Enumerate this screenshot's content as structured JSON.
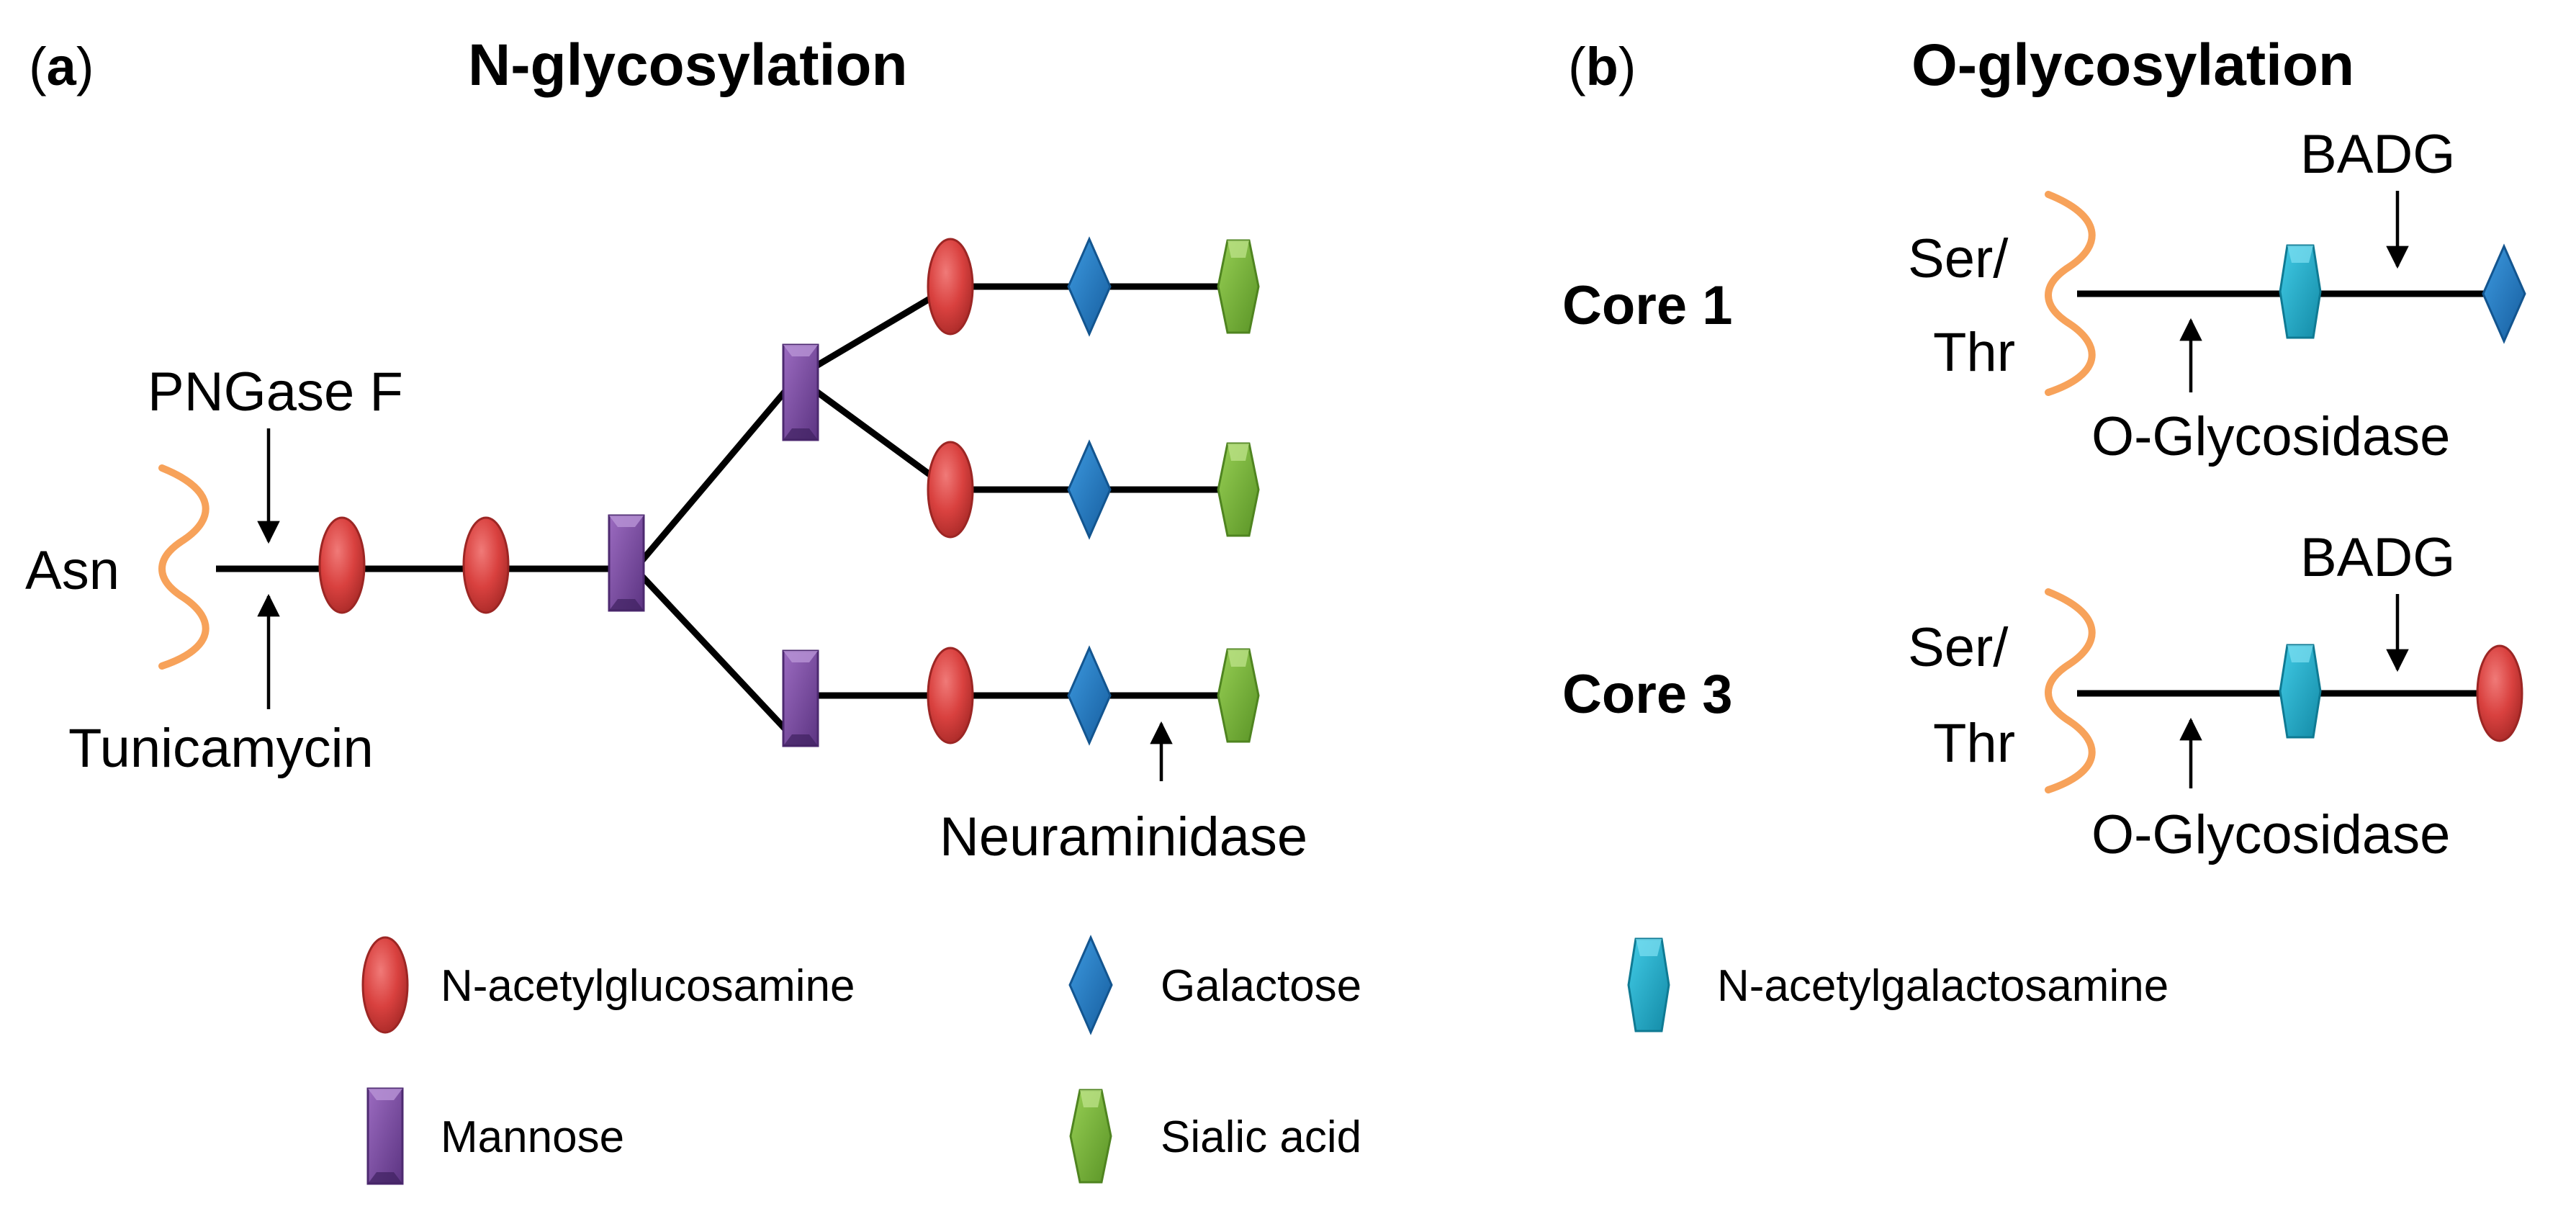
{
  "panel_a": {
    "label_open": "(",
    "label_letter": "a",
    "label_close": ")",
    "title": "N-glycosylation",
    "residue": "Asn",
    "enzyme_top": "PNGase F",
    "inhibitor_bottom": "Tunicamycin",
    "enzyme_branch": "Neuraminidase"
  },
  "panel_b": {
    "label_open": "(",
    "label_letter": "b",
    "label_close": ")",
    "title": "O-glycosylation",
    "core1": {
      "name": "Core 1",
      "residue_line1": "Ser/",
      "residue_line2": "Thr",
      "enzyme_top": "BADG",
      "enzyme_bottom": "O-Glycosidase"
    },
    "core3": {
      "name": "Core 3",
      "residue_line1": "Ser/",
      "residue_line2": "Thr",
      "enzyme_top": "BADG",
      "enzyme_bottom": "O-Glycosidase"
    }
  },
  "legend": {
    "glcnac": "N-acetylglucosamine",
    "galactose": "Galactose",
    "galnac": "N-acetylgalactosamine",
    "mannose": "Mannose",
    "sialic": "Sialic acid"
  },
  "colors": {
    "glcnac": "#d9413f",
    "galactose": "#1f7bc8",
    "galnac": "#1ab2d1",
    "mannose": "#7d4ca2",
    "sialic": "#7bb83c",
    "residue_squiggle": "#f7a25a"
  }
}
